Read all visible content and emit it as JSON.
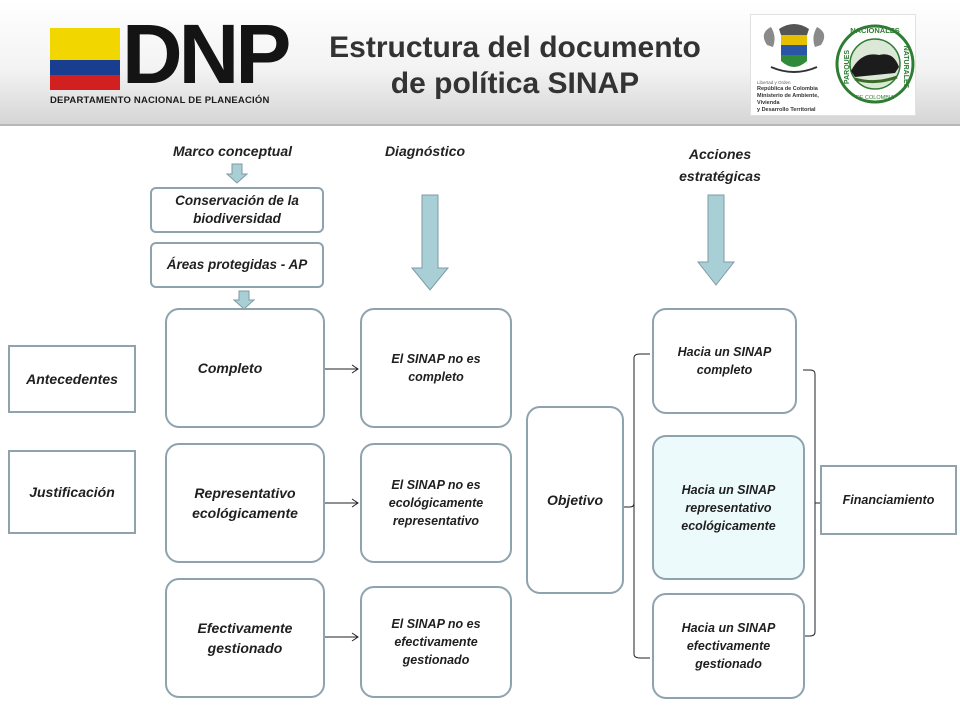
{
  "header": {
    "logo_letters": "DNP",
    "logo_subtitle": "DEPARTAMENTO NACIONAL DE PLANEACIÓN",
    "title_line1": "Estructura del documento",
    "title_line2": "de política SINAP",
    "seal_text_line1": "Libertad y Orden",
    "seal_text_line2": "República de Colombia",
    "seal_text_line3": "Ministerio de Ambiente, Vivienda",
    "seal_text_line4": "y Desarrollo Territorial",
    "parques_top": "NACIONALES",
    "parques_left": "PARQUES",
    "parques_right": "NATURALES",
    "parques_bottom": "DE COLOMBIA"
  },
  "columns": {
    "marco": "Marco conceptual",
    "diagnostico": "Diagnóstico",
    "acciones_line1": "Acciones",
    "acciones_line2": "estratégicas"
  },
  "marco_boxes": {
    "conservacion": "Conservación de la biodiversidad",
    "areas": "Áreas protegidas - AP"
  },
  "left_boxes": {
    "antecedentes": "Antecedentes",
    "justificacion": "Justificación"
  },
  "principles": {
    "completo": "Completo",
    "representativo": "Representativo ecológicamente",
    "efectivo": "Efectivamente gestionado"
  },
  "diagnosis": {
    "completo": "El SINAP no es completo",
    "representativo": "El SINAP no es ecológicamente representativo",
    "efectivo": "El SINAP no es efectivamente gestionado"
  },
  "objetivo": "Objetivo",
  "actions": {
    "completo": "Hacia un SINAP completo",
    "representativo": "Hacia un SINAP representativo ecológicamente",
    "efectivo": "Hacia un SINAP efectivamente gestionado"
  },
  "financiamiento": "Financiamiento",
  "colors": {
    "box_border": "#8fa3ae",
    "arrow_fill": "#a9cfd6",
    "highlight_box": "#ecfafc"
  }
}
